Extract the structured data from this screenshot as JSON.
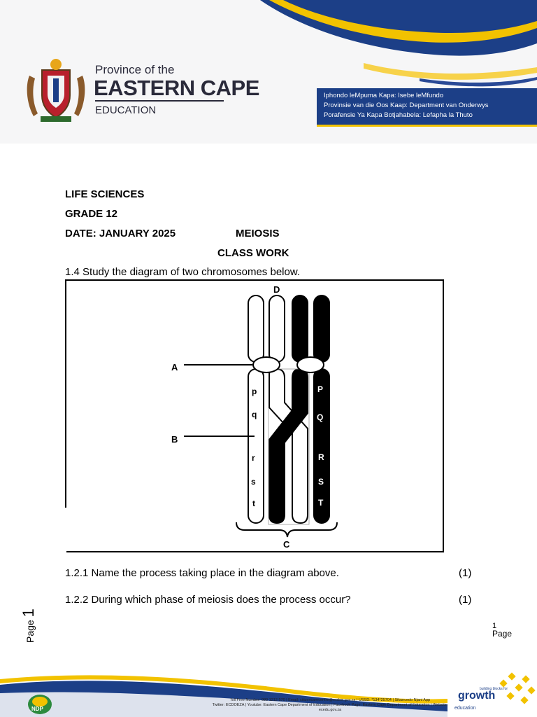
{
  "header": {
    "province_line1": "Province of the",
    "province_line2": "EASTERN CAPE",
    "province_line3": "EDUCATION",
    "dept_lines": [
      "Iphondo leMpuma Kapa: Isebe leMfundo",
      "Provinsie van die Oos Kaap: Department van Onderwys",
      "Porafensie Ya Kapa Botjahabela: Lefapha la Thuto"
    ],
    "colors": {
      "brand_blue": "#1c3f87",
      "brand_yellow": "#f2c200"
    }
  },
  "document": {
    "subject": "LIFE SCIENCES",
    "grade": "GRADE 12",
    "date": "DATE:  JANUARY 2025",
    "topic": "MEIOSIS",
    "type": "CLASS WORK",
    "intro": "1.4 Study the diagram of two chromosomes below."
  },
  "diagram": {
    "labels": {
      "top": "D",
      "pointer_a": "A",
      "pointer_b": "B",
      "bottom": "C"
    },
    "white_chromatid_genes": [
      "p",
      "q",
      "r",
      "s",
      "t"
    ],
    "black_chromatid_genes": [
      "P",
      "Q",
      "R",
      "S",
      "T"
    ]
  },
  "questions": [
    {
      "text": "1.2.1 Name the process taking place in the diagram above.",
      "marks": "(1)"
    },
    {
      "text": "1.2.2 During which phase of meiosis does the process occur?",
      "marks": "(1)"
    }
  ],
  "page": {
    "vertical_label": "Page",
    "vertical_number": "1",
    "corner_number": "1",
    "corner_label": "Page"
  },
  "footer": {
    "line1": "Toll Free Number: 080 1212 570 | Email: citizencarecentre@ecdoe.gov.za | USSD: *134*25704 | Sikuncedo Njani App",
    "line2": "Twitter: ECDOEZA | Youtube: Eastern Cape Department of Education | Facebook Page: Eastern Cape Department of Education | Website:",
    "line3": "ecedu.gov.za",
    "growth_small": "building blocks for",
    "growth_word": "growth",
    "growth_sub": "education",
    "ndp_label": "NDP"
  }
}
